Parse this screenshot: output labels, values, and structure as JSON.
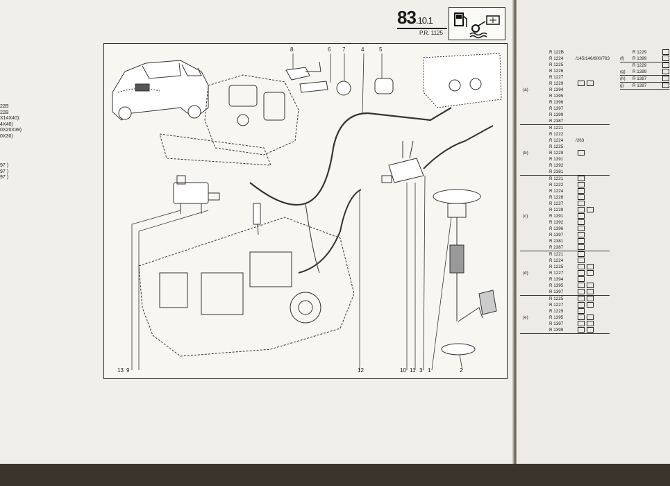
{
  "header": {
    "section_main": "83",
    "section_sub": ".10.",
    "section_index": "1",
    "pr": "P.R. 1125",
    "icon": "fuel-gauge-symbol-icon"
  },
  "left_margin_fragments": [
    "22B ",
    "22B ",
    "X14X40):",
    "4X40)",
    "0X20X39)",
    "0X30)",
    "",
    "",
    "",
    "",
    "97 )",
    "97 )",
    "97 )"
  ],
  "callouts_top": [
    "8",
    "6",
    "7",
    "4",
    "5"
  ],
  "callouts_bottom": [
    "13",
    "9",
    "12",
    "10",
    "11",
    "3",
    "1",
    "2"
  ],
  "groups": [
    {
      "label": "(a)",
      "rows": [
        {
          "code": "R 122B",
          "suffix": ""
        },
        {
          "code": "R 1224",
          "suffix": "/145/146/600/763"
        },
        {
          "code": "R 1225",
          "suffix": ""
        },
        {
          "code": "R 1226",
          "suffix": ""
        },
        {
          "code": "R 1227",
          "suffix": ""
        },
        {
          "code": "R 1229",
          "suffix": "",
          "symbols": 2
        },
        {
          "code": "R 1394",
          "suffix": ""
        },
        {
          "code": "R 1395",
          "suffix": ""
        },
        {
          "code": "R 1396",
          "suffix": ""
        },
        {
          "code": "R 1397",
          "suffix": ""
        },
        {
          "code": "R 1399",
          "suffix": ""
        },
        {
          "code": "R 2387",
          "suffix": ""
        }
      ]
    },
    {
      "label": "(b)",
      "rows": [
        {
          "code": "R 1221",
          "suffix": ""
        },
        {
          "code": "R 1222",
          "suffix": ""
        },
        {
          "code": "R 1224",
          "suffix": "/263"
        },
        {
          "code": "R 1225",
          "suffix": ""
        },
        {
          "code": "R 1229",
          "suffix": "",
          "symbols": 1
        },
        {
          "code": "R 1391",
          "suffix": ""
        },
        {
          "code": "R 1392",
          "suffix": ""
        },
        {
          "code": "R 2381",
          "suffix": ""
        }
      ]
    },
    {
      "label": "(c)",
      "rows": [
        {
          "code": "R 1221",
          "suffix": "",
          "symbols": 1
        },
        {
          "code": "R 1222",
          "suffix": "",
          "symbols": 1
        },
        {
          "code": "R 1224",
          "suffix": "",
          "symbols": 1
        },
        {
          "code": "R 1226",
          "suffix": "",
          "symbols": 1
        },
        {
          "code": "R 1227",
          "suffix": "",
          "symbols": 1
        },
        {
          "code": "R 1229",
          "suffix": "",
          "symbols": 2
        },
        {
          "code": "R 1391",
          "suffix": "",
          "symbols": 1
        },
        {
          "code": "R 1392",
          "suffix": "",
          "symbols": 1
        },
        {
          "code": "R 1396",
          "suffix": "",
          "symbols": 1
        },
        {
          "code": "R 1397",
          "suffix": "",
          "symbols": 1
        },
        {
          "code": "R 2381",
          "suffix": "",
          "symbols": 1
        },
        {
          "code": "R 2387",
          "suffix": "",
          "symbols": 1
        }
      ]
    },
    {
      "label": "(d)",
      "rows": [
        {
          "code": "R 1221",
          "suffix": "",
          "symbols": 1
        },
        {
          "code": "R 1224",
          "suffix": "",
          "symbols": 1
        },
        {
          "code": "R 1225",
          "suffix": "",
          "symbols": 2
        },
        {
          "code": "R 1227",
          "suffix": "",
          "symbols": 2
        },
        {
          "code": "R 1394",
          "suffix": "",
          "symbols": 1
        },
        {
          "code": "R 1395",
          "suffix": "",
          "symbols": 2
        },
        {
          "code": "R 1397",
          "suffix": "",
          "symbols": 2
        }
      ]
    },
    {
      "label": "(e)",
      "rows": [
        {
          "code": "R 1225",
          "suffix": "",
          "symbols": 2
        },
        {
          "code": "R 1227",
          "suffix": "",
          "symbols": 2
        },
        {
          "code": "R 1229",
          "suffix": "",
          "symbols": 1
        },
        {
          "code": "R 1395",
          "suffix": "",
          "symbols": 2
        },
        {
          "code": "R 1397",
          "suffix": "",
          "symbols": 2
        },
        {
          "code": "R 1399",
          "suffix": "",
          "symbols": 2
        }
      ]
    }
  ],
  "groups_right": [
    {
      "label": "(f)",
      "rows": [
        "R 1229",
        "R 1399"
      ]
    },
    {
      "label": "(g)",
      "rows": [
        "R 1229",
        "R 1399"
      ]
    },
    {
      "label": "(h)",
      "rows": [
        "R 1397"
      ]
    },
    {
      "label": "(j)",
      "rows": [
        "R 1397"
      ]
    }
  ]
}
